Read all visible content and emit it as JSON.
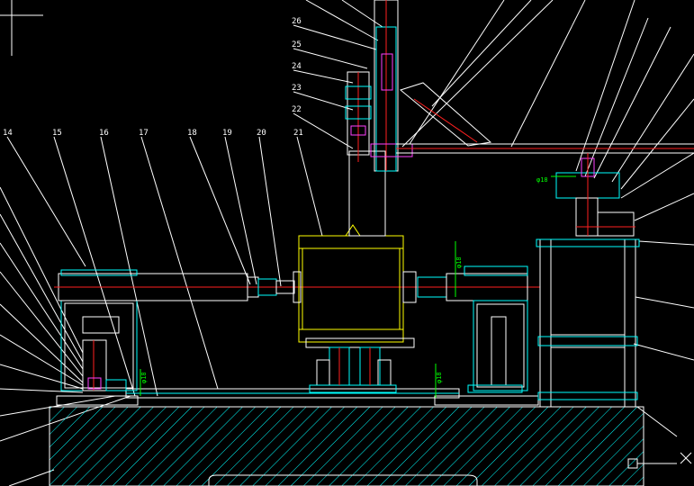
{
  "part_labels": [
    "14",
    "15",
    "16",
    "17",
    "18",
    "19",
    "20",
    "21",
    "22",
    "23",
    "24",
    "25",
    "26"
  ],
  "dimension_labels": [
    "φ18",
    "φ18",
    "φ18",
    "φ18"
  ],
  "colors": {
    "background": "#000000",
    "outline": "#ffffff",
    "section": "#00ffff",
    "housing": "#ffff00",
    "centerline": "#ff2020",
    "fastener": "#ff40ff",
    "dimension": "#00ff00"
  }
}
